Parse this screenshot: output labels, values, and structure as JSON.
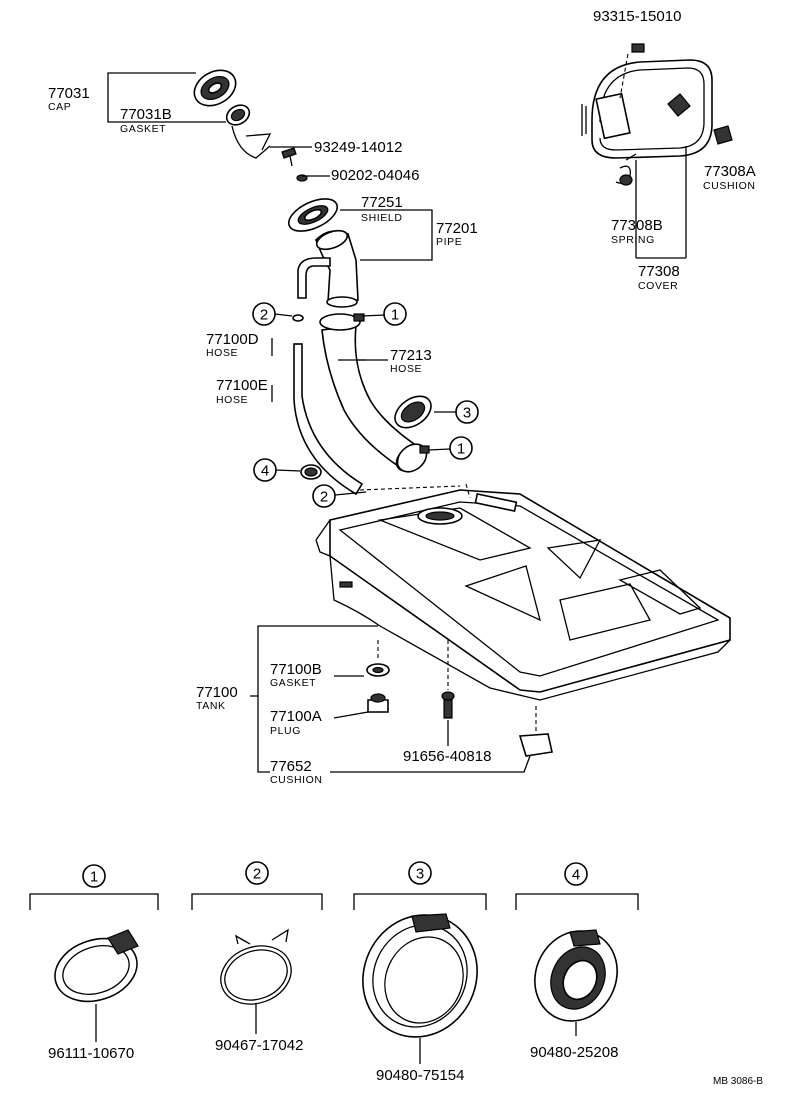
{
  "labels": {
    "cap_num": "77031",
    "cap_name": "CAP",
    "gasket_num": "77031B",
    "gasket_name": "GASKET",
    "screw1": "93249-14012",
    "screw2": "90202-04046",
    "shield_num": "77251",
    "shield_name": "SHIELD",
    "pipe_num": "77201",
    "pipe_name": "PIPE",
    "hose_d_num": "77100D",
    "hose_d_name": "HOSE",
    "hose_e_num": "77100E",
    "hose_e_name": "HOSE",
    "hose_213_num": "77213",
    "hose_213_name": "HOSE",
    "bolt_top": "93315-15010",
    "cushion_a_num": "77308A",
    "cushion_a_name": "CUSHION",
    "spring_num": "77308B",
    "spring_name": "SPRING",
    "cover_num": "77308",
    "cover_name": "COVER",
    "tank_num": "77100",
    "tank_name": "TANK",
    "tank_gasket_num": "77100B",
    "tank_gasket_name": "GASKET",
    "plug_num": "77100A",
    "plug_name": "PLUG",
    "cushion_tank_num": "77652",
    "cushion_tank_name": "CUSHION",
    "tank_bolt": "91656-40818"
  },
  "callouts": [
    "1",
    "2",
    "3",
    "4"
  ],
  "detail": {
    "p1": "96111-10670",
    "p2": "90467-17042",
    "p3": "90480-75154",
    "p4": "90480-25208"
  },
  "reference": "MB 3086-B"
}
